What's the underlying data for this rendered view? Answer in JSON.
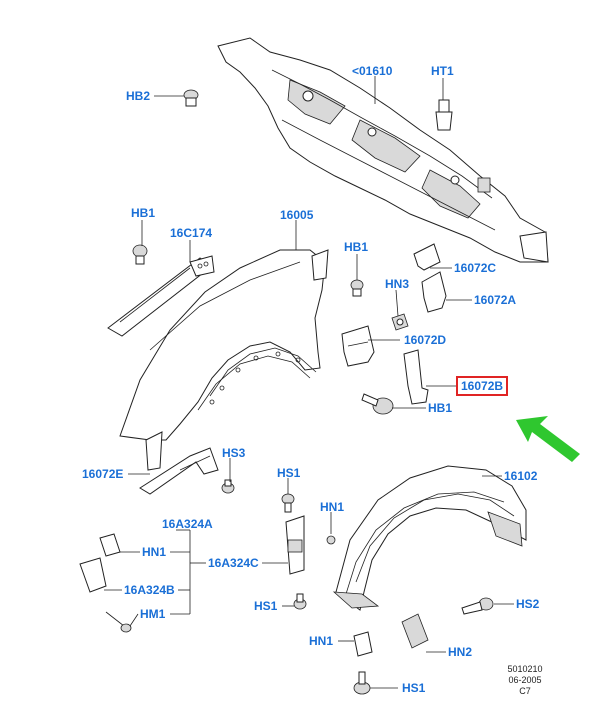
{
  "labels": {
    "hb2": "HB2",
    "p01610": "<01610",
    "ht1": "HT1",
    "hb1_left": "HB1",
    "p16c174": "16C174",
    "p16005": "16005",
    "hb1_mid": "HB1",
    "p16072c": "16072C",
    "hn3": "HN3",
    "p16072a": "16072A",
    "p16072d": "16072D",
    "p16072b": "16072B",
    "hb1_right": "HB1",
    "p16072e": "16072E",
    "hs3": "HS3",
    "p16102": "16102",
    "hs1_top": "HS1",
    "p16a324a": "16A324A",
    "hn1_top": "HN1",
    "hn1_left": "HN1",
    "p16a324c": "16A324C",
    "p16a324b": "16A324B",
    "hm1": "HM1",
    "hs1_mid": "HS1",
    "hs2": "HS2",
    "hn1_bottom": "HN1",
    "hn2": "HN2",
    "hs1_bottom": "HS1"
  },
  "footer": {
    "line1": "5010210",
    "line2": "06-2005",
    "line3": "C7"
  },
  "colors": {
    "label": "#1a6fd6",
    "highlight": "#e02424",
    "arrow": "#2fc72f"
  }
}
